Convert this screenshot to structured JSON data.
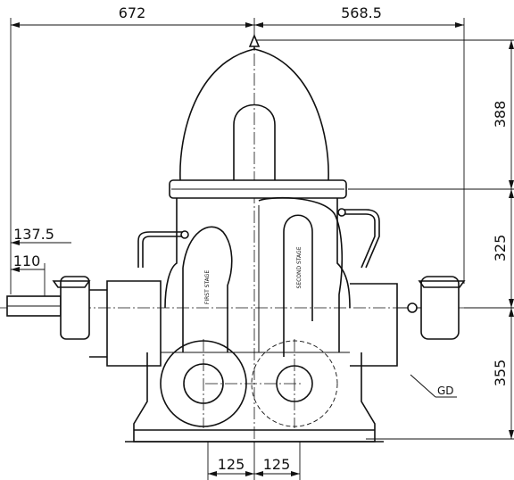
{
  "dimensions": {
    "top_left": "672",
    "top_right": "568.5",
    "right_upper": "388",
    "right_middle": "325",
    "right_lower": "355",
    "left_upper": "137.5",
    "left_lower": "110",
    "bottom_left": "125",
    "bottom_right": "125"
  },
  "labels": {
    "gd": "GD",
    "first_stage": "FIRST STAGE",
    "second_stage": "SECOND STAGE"
  }
}
